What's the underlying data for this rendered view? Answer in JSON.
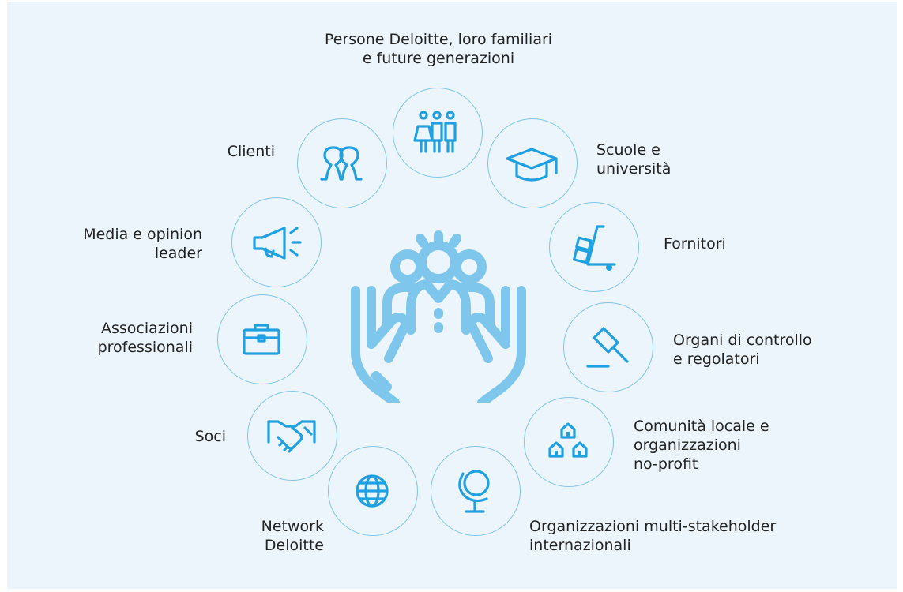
{
  "colors": {
    "panel_bg": "#ecf5fb",
    "circle_border": "#7fc4ea",
    "icon": "#1fa0e0",
    "center_icon": "#7fc6ed",
    "text": "#222222"
  },
  "stakeholders": [
    {
      "id": "persone",
      "label_lines": [
        "Persone Deloitte, loro familiari",
        "e future generazioni"
      ],
      "icon": "people-group-icon"
    },
    {
      "id": "scuole",
      "label_lines": [
        "Scuole e",
        "università"
      ],
      "icon": "graduation-cap-icon"
    },
    {
      "id": "fornitori",
      "label_lines": [
        "Fornitori"
      ],
      "icon": "hand-truck-icon"
    },
    {
      "id": "organi",
      "label_lines": [
        "Organi di controllo",
        "e regolatori"
      ],
      "icon": "gavel-icon"
    },
    {
      "id": "comunita",
      "label_lines": [
        "Comunità locale e",
        "organizzazioni",
        "no-profit"
      ],
      "icon": "houses-icon"
    },
    {
      "id": "multi",
      "label_lines": [
        "Organizzazioni multi-stakeholder",
        "internazionali"
      ],
      "icon": "globe-stand-icon"
    },
    {
      "id": "network",
      "label_lines": [
        "Network",
        "Deloitte"
      ],
      "icon": "globe-icon"
    },
    {
      "id": "soci",
      "label_lines": [
        "Soci"
      ],
      "icon": "handshake-icon"
    },
    {
      "id": "associazioni",
      "label_lines": [
        "Associazioni",
        "professionali"
      ],
      "icon": "briefcase-icon"
    },
    {
      "id": "media",
      "label_lines": [
        "Media e opinion",
        "leader"
      ],
      "icon": "megaphone-icon"
    },
    {
      "id": "clienti",
      "label_lines": [
        "Clienti"
      ],
      "icon": "clients-icon"
    }
  ],
  "center_icon": "hands-holding-people-icon"
}
